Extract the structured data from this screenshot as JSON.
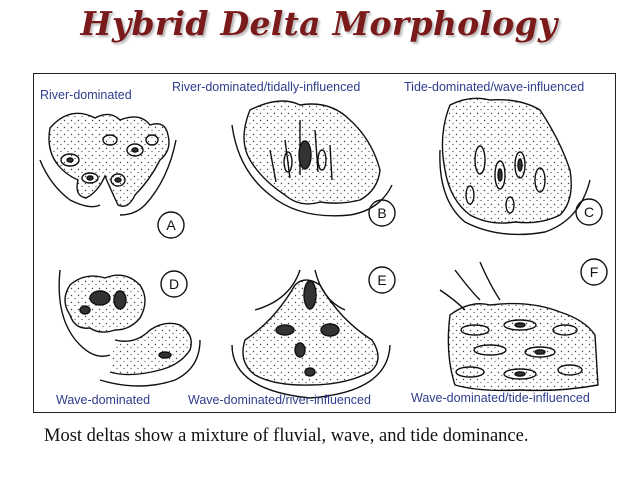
{
  "title": "Hybrid Delta Morphology",
  "panels": [
    {
      "letter": "A",
      "label": "River-dominated"
    },
    {
      "letter": "B",
      "label": "River-dominated/tidally-influenced"
    },
    {
      "letter": "C",
      "label": "Tide-dominated/wave-influenced"
    },
    {
      "letter": "D",
      "label": "Wave-dominated"
    },
    {
      "letter": "E",
      "label": "Wave-dominated/river-influenced"
    },
    {
      "letter": "F",
      "label": "Wave-dominated/tide-influenced"
    }
  ],
  "caption": "Most deltas show a mixture of fluvial, wave, and tide dominance."
}
